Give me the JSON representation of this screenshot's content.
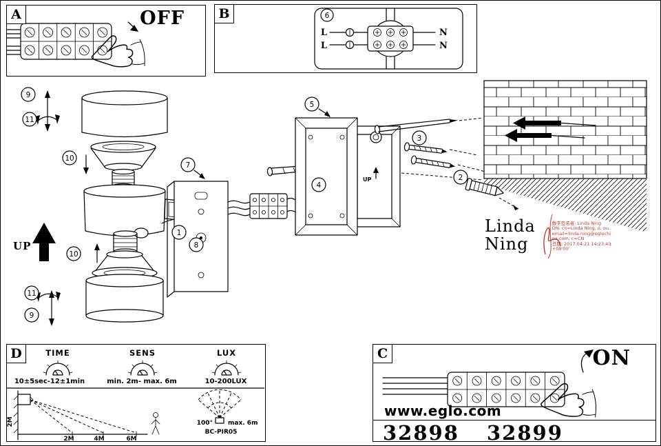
{
  "colors": {
    "ink": "#000000",
    "stamp_red": "#c0392b"
  },
  "panel_a": {
    "label": "A",
    "switch_state": "OFF"
  },
  "panel_b": {
    "label": "B",
    "callout": "6",
    "terminals": {
      "left_top": "L",
      "left_bottom": "L",
      "right_top": "N",
      "right_bottom": "N"
    }
  },
  "panel_c": {
    "label": "C",
    "switch_state": "ON",
    "website": "www.eglo.com",
    "model_numbers": "32898 32899"
  },
  "panel_d": {
    "label": "D",
    "dials": [
      {
        "name": "TIME",
        "value": "10±5sec-12±1min"
      },
      {
        "name": "SENS",
        "value": "min. 2m- max. 6m"
      },
      {
        "name": "LUX",
        "value": "10-200LUX"
      }
    ],
    "mount_height": "2M",
    "distance_marks": [
      "2M",
      "4M",
      "6M"
    ],
    "detection_angle": "100°",
    "detection_range": "max. 6m",
    "sensor_model": "BC-PIR05"
  },
  "assembly": {
    "up_label": "UP",
    "frame_up_label": "UP",
    "callouts": {
      "c1": "1",
      "c2": "2",
      "c3": "3",
      "c4": "4",
      "c5": "5",
      "c6": "6",
      "c7": "7",
      "c8": "8",
      "c9": "9",
      "c10": "10",
      "c11": "11"
    }
  },
  "signature": {
    "name_line1": "Linda",
    "name_line2": "Ning",
    "stamp_lines": [
      "数字签名者: Linda Ning",
      "DN: cn=Linda Ning, o, ou,",
      "email=linda.ning@eglochi",
      "na.com, c=CN",
      "日期: 2017.04.21 14:23:43",
      "+08'00'"
    ]
  }
}
